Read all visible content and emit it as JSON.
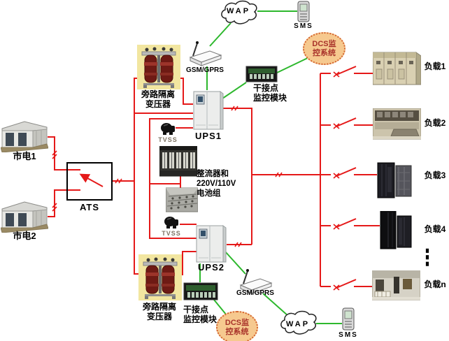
{
  "colors": {
    "wire_power": "#e51919",
    "wire_comm": "#2db82d",
    "dcs_fill": "#f6c98f",
    "dcs_border": "#d4622e",
    "dcs_text": "#a8322a",
    "transformer_bg": "#f2e6a0"
  },
  "mains": [
    {
      "label": "市电1",
      "icon": "substation-building-icon"
    },
    {
      "label": "市电2",
      "icon": "substation-building-icon"
    }
  ],
  "ats": {
    "label": "ATS",
    "icon": "transfer-arrow-icon"
  },
  "transformers": [
    {
      "line1": "旁路隔离",
      "line2": "变压器"
    },
    {
      "line1": "旁路隔离",
      "line2": "变压器"
    }
  ],
  "tvss": [
    {
      "label": "TVSS"
    },
    {
      "label": "TVSS"
    }
  ],
  "rectifier_battery": {
    "line1": "整流器和",
    "line2": "220V/110V",
    "line3": "电池组"
  },
  "ups": [
    {
      "label": "UPS1"
    },
    {
      "label": "UPS2"
    }
  ],
  "modems": [
    {
      "label": "GSM/GPRS"
    },
    {
      "label": "GSM/GPRS"
    }
  ],
  "dry_contact_modules": [
    {
      "line1": "干接点",
      "line2": "监控模块"
    },
    {
      "line1": "干接点",
      "line2": "监控模块"
    }
  ],
  "dcs_systems": [
    {
      "line1": "DCS监",
      "line2": "控系统"
    },
    {
      "line1": "DCS监",
      "line2": "控系统"
    }
  ],
  "wap_clouds": [
    {
      "label": "WAP"
    },
    {
      "label": "WAP"
    }
  ],
  "sms_phones": [
    {
      "label": "SMS"
    },
    {
      "label": "SMS"
    }
  ],
  "loads": [
    {
      "label": "负载1"
    },
    {
      "label": "负载2"
    },
    {
      "label": "负载3"
    },
    {
      "label": "负载4"
    },
    {
      "label": "负载n"
    }
  ],
  "more_loads_indicator": "⋮"
}
